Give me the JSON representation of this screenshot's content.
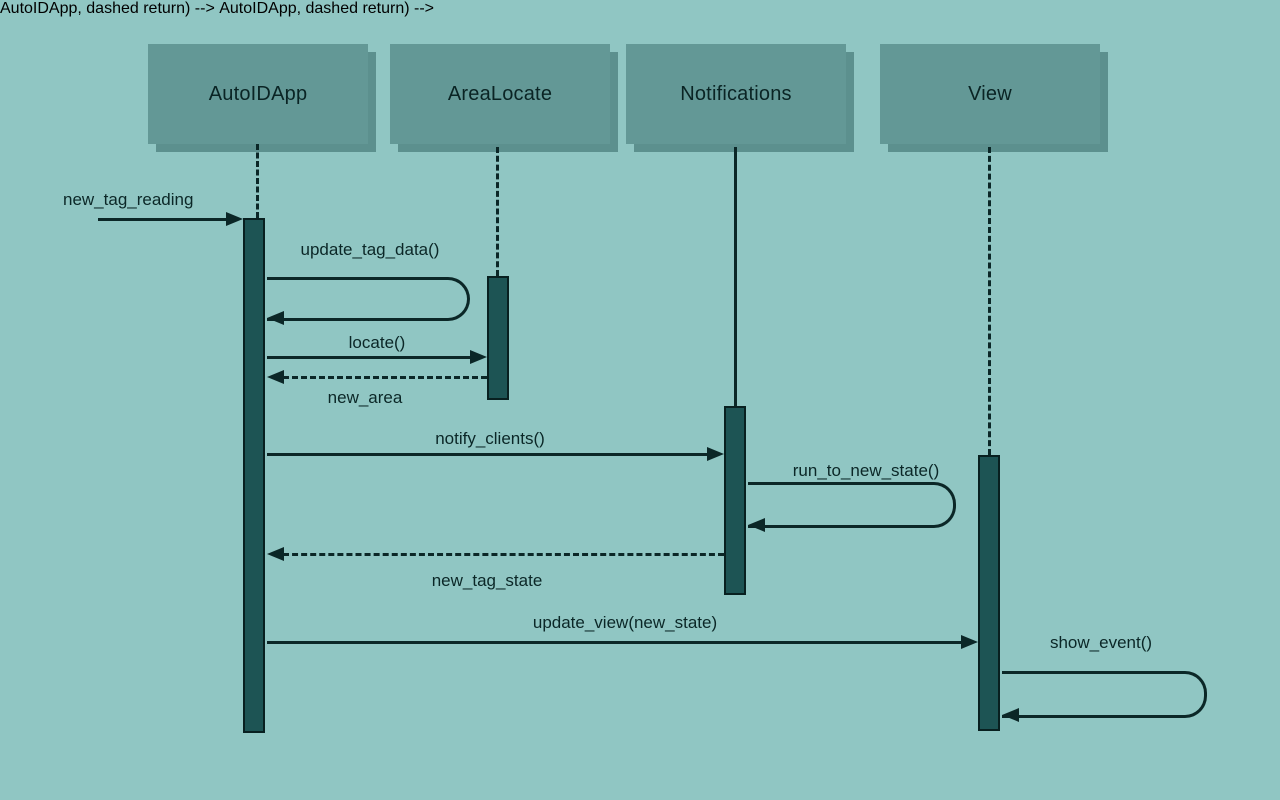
{
  "diagram": {
    "type": "uml-sequence-diagram",
    "colors": {
      "background": "#90c6c3",
      "actor_box_fill": "#639896",
      "actor_box_shadow": "#5c908e",
      "activation_fill": "#1d5454",
      "line": "#0b2727"
    }
  },
  "actors": [
    {
      "name": "AutoIDApp",
      "lifeline_style": "dashed"
    },
    {
      "name": "AreaLocate",
      "lifeline_style": "dashed"
    },
    {
      "name": "Notifications",
      "lifeline_style": "solid"
    },
    {
      "name": "View",
      "lifeline_style": "dashed"
    }
  ],
  "messages": [
    {
      "label": "new_tag_reading",
      "from": "external",
      "to": "AutoIDApp",
      "style": "solid-call"
    },
    {
      "label": "update_tag_data()",
      "from": "AutoIDApp",
      "to": "AutoIDApp",
      "style": "self-call"
    },
    {
      "label": "locate()",
      "from": "AutoIDApp",
      "to": "AreaLocate",
      "style": "solid-call"
    },
    {
      "label": "new_area",
      "from": "AreaLocate",
      "to": "AutoIDApp",
      "style": "dashed-return"
    },
    {
      "label": "notify_clients()",
      "from": "AutoIDApp",
      "to": "Notifications",
      "style": "solid-call"
    },
    {
      "label": "run_to_new_state()",
      "from": "Notifications",
      "to": "Notifications",
      "style": "self-call"
    },
    {
      "label": "new_tag_state",
      "from": "Notifications",
      "to": "AutoIDApp",
      "style": "dashed-return"
    },
    {
      "label": "update_view(new_state)",
      "from": "AutoIDApp",
      "to": "View",
      "style": "solid-call"
    },
    {
      "label": "show_event()",
      "from": "View",
      "to": "View",
      "style": "self-call"
    }
  ]
}
